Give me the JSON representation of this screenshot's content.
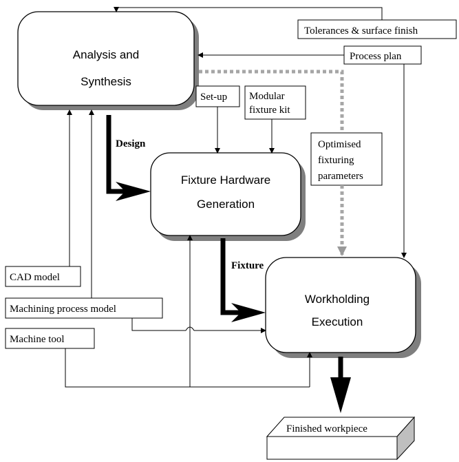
{
  "processes": {
    "analysis": {
      "line1": "Analysis and",
      "line2": "Synthesis"
    },
    "fixture_gen": {
      "line1": "Fixture Hardware",
      "line2": "Generation"
    },
    "workholding": {
      "line1": "Workholding",
      "line2": "Execution"
    }
  },
  "inputs": {
    "tolerances": "Tolerances & surface finish",
    "process_plan": "Process plan",
    "setup": "Set-up",
    "modular_line1": "Modular",
    "modular_line2": "fixture kit",
    "optimised_line1": "Optimised",
    "optimised_line2": "fixturing",
    "optimised_line3": "parameters",
    "cad_model": "CAD model",
    "machining_model": "Machining process model",
    "machine_tool": "Machine tool"
  },
  "edges": {
    "design": "Design",
    "fixture": "Fixture"
  },
  "output": {
    "finished": "Finished workpiece"
  }
}
